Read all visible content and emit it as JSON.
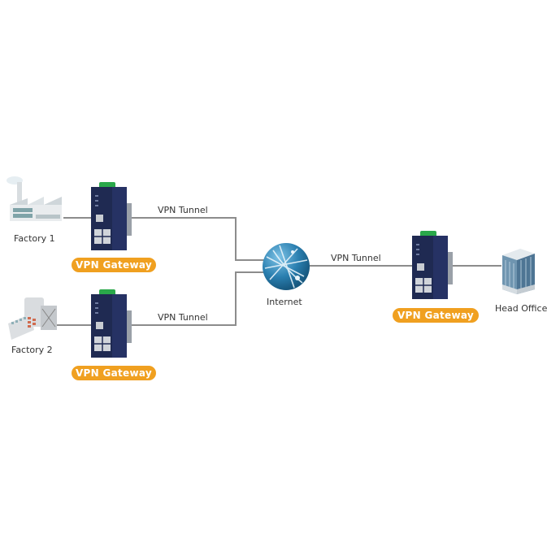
{
  "diagram": {
    "nodes": {
      "factory1": {
        "label": "Factory 1",
        "icon": "factory-icon"
      },
      "factory2": {
        "label": "Factory 2",
        "icon": "industrial-plant-icon"
      },
      "gateway1": {
        "label": "VPN Gateway",
        "icon": "industrial-router-icon"
      },
      "gateway2": {
        "label": "VPN Gateway",
        "icon": "industrial-router-icon"
      },
      "gateway3": {
        "label": "VPN Gateway",
        "icon": "industrial-router-icon"
      },
      "internet": {
        "label": "Internet",
        "icon": "globe-icon"
      },
      "headoffice": {
        "label": "Head Office",
        "icon": "office-building-icon"
      }
    },
    "links": [
      {
        "from": "factory1",
        "to": "gateway1",
        "label": ""
      },
      {
        "from": "gateway1",
        "to": "internet",
        "label": "VPN Tunnel"
      },
      {
        "from": "factory2",
        "to": "gateway2",
        "label": ""
      },
      {
        "from": "gateway2",
        "to": "internet",
        "label": "VPN Tunnel"
      },
      {
        "from": "internet",
        "to": "gateway3",
        "label": "VPN Tunnel"
      },
      {
        "from": "gateway3",
        "to": "headoffice",
        "label": ""
      }
    ],
    "colors": {
      "badge": "#f0a020",
      "line": "#8c8c8c",
      "device": "#1f2a52",
      "globe": "#2a7fb0"
    }
  }
}
